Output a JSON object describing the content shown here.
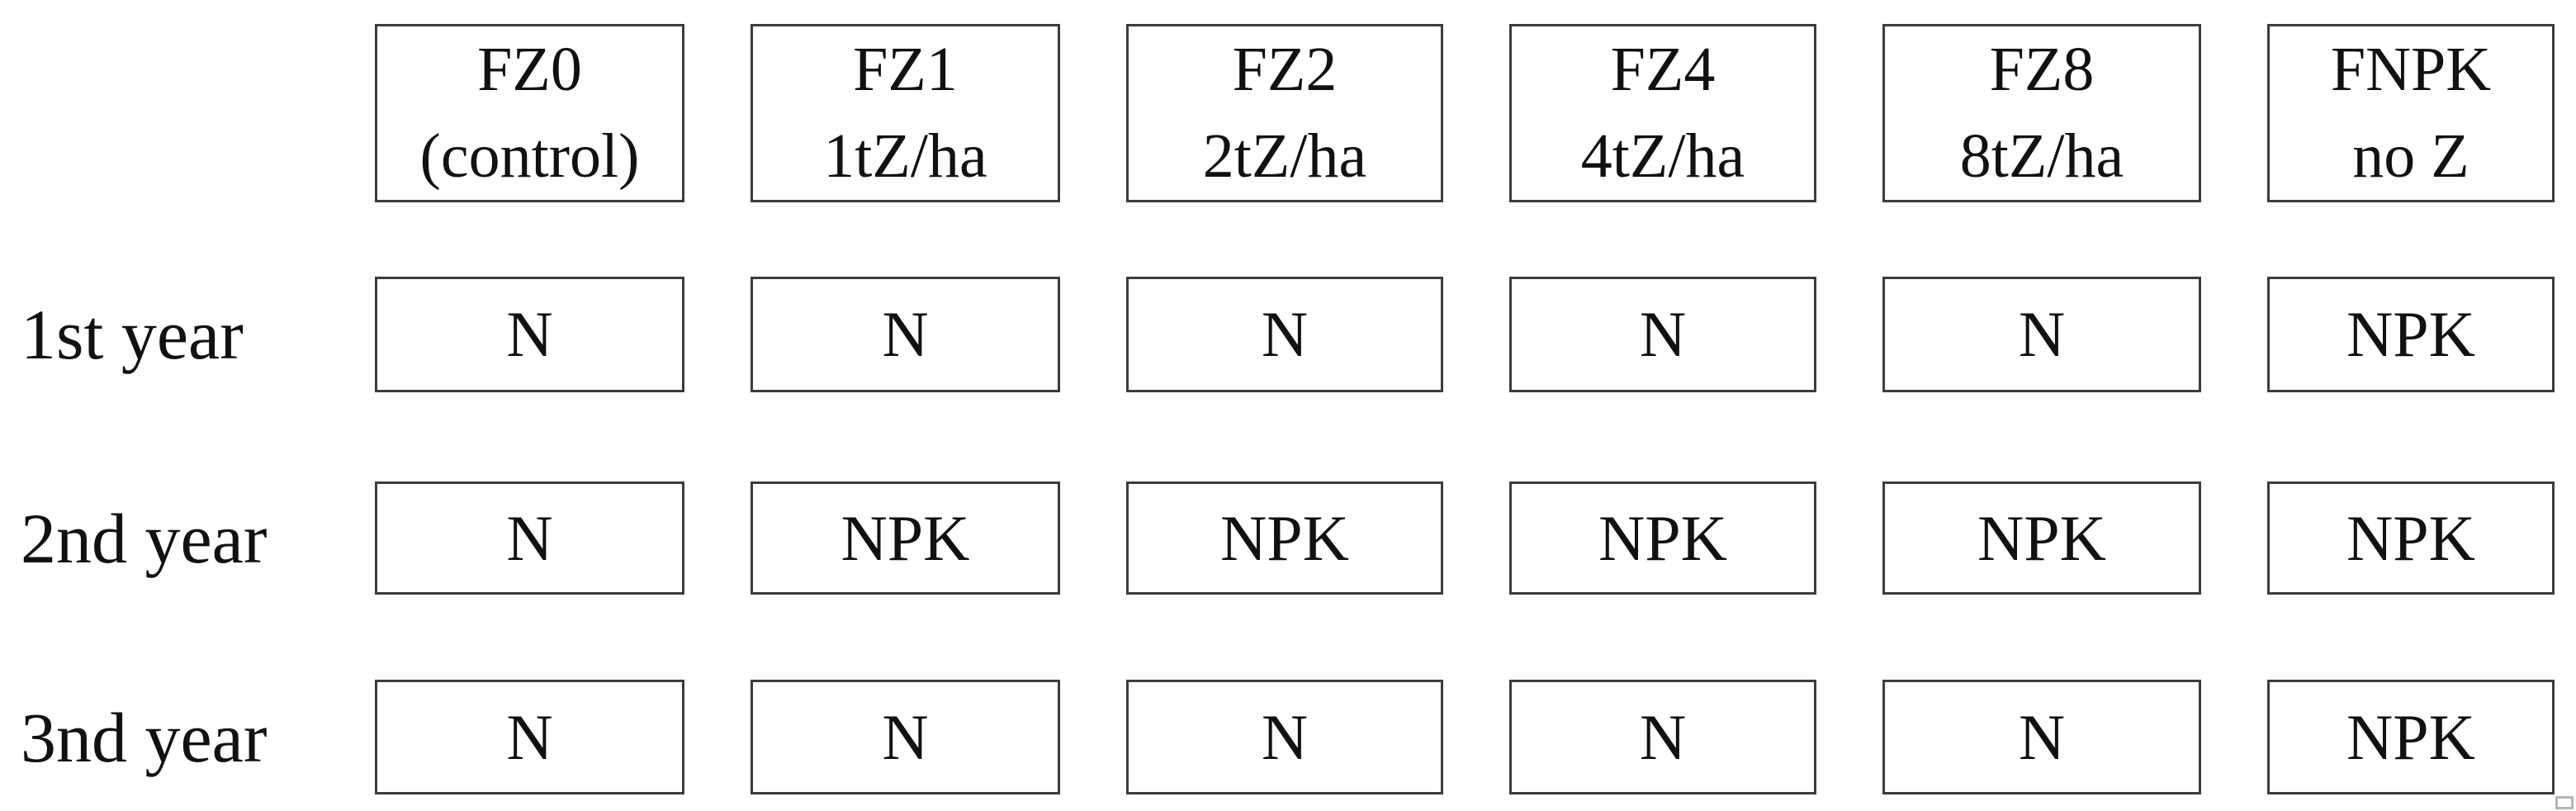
{
  "figure": {
    "treatments": [
      {
        "code": "FZ0",
        "dose": "(control)"
      },
      {
        "code": "FZ1",
        "dose": "1tZ/ha"
      },
      {
        "code": "FZ2",
        "dose": "2tZ/ha"
      },
      {
        "code": "FZ4",
        "dose": "4tZ/ha"
      },
      {
        "code": "FZ8",
        "dose": "8tZ/ha"
      },
      {
        "code": "FNPK",
        "dose": "no Z"
      }
    ],
    "years": [
      {
        "label": "1st year",
        "applications": [
          "N",
          "N",
          "N",
          "N",
          "N",
          "NPK"
        ]
      },
      {
        "label": "2nd year",
        "applications": [
          "N",
          "NPK",
          "NPK",
          "NPK",
          "NPK",
          "NPK"
        ]
      },
      {
        "label": "3nd year",
        "applications": [
          "N",
          "N",
          "N",
          "N",
          "N",
          "NPK"
        ]
      }
    ],
    "colors": {
      "box_border": "#3c3c3c",
      "text": "#111111",
      "background": "#ffffff",
      "corner_artifact_border": "#b5b5b5"
    }
  }
}
